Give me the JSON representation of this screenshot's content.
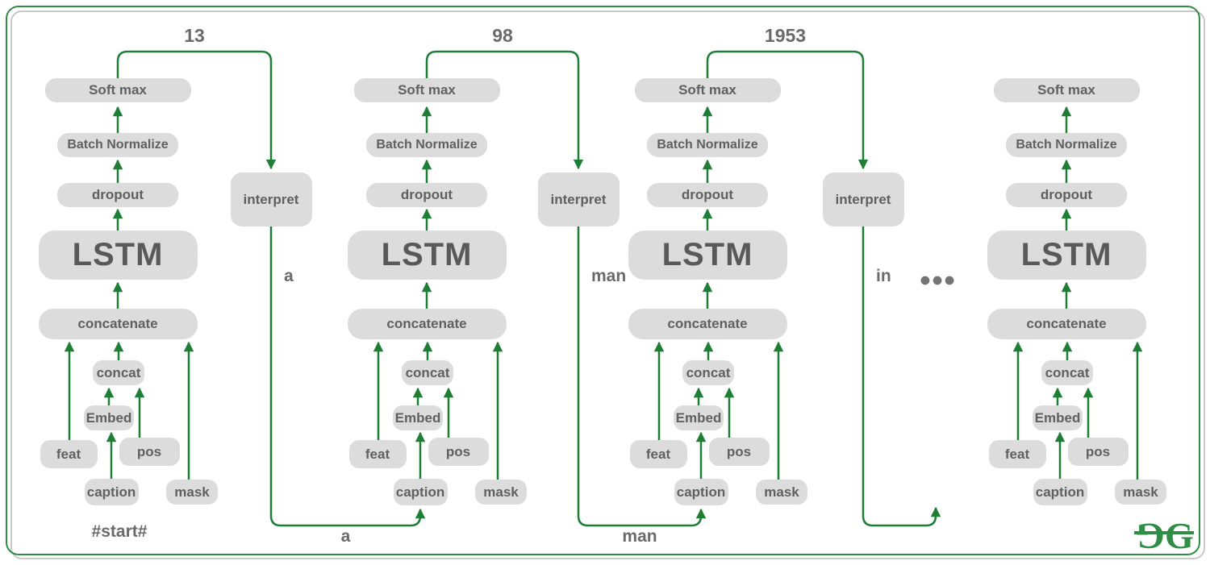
{
  "diagram": {
    "box_labels": {
      "softmax": "Soft max",
      "batch_normalize": "Batch Normalize",
      "dropout": "dropout",
      "lstm": "LSTM",
      "concatenate": "concatenate",
      "concat": "concat",
      "embed": "Embed",
      "feat": "feat",
      "pos": "pos",
      "caption": "caption",
      "mask": "mask"
    },
    "interpret_label": "interpret",
    "start_token": "#start#",
    "predictions": [
      {
        "token_id": "13",
        "word": "a",
        "word_below_arrow": "a"
      },
      {
        "token_id": "98",
        "word": "man",
        "word_below_arrow": "man"
      },
      {
        "token_id": "1953",
        "word": "in",
        "word_below_arrow": ""
      }
    ],
    "ellipsis": "●●●",
    "logo": {
      "left_glyph": "G",
      "right_glyph": "G"
    },
    "colors": {
      "arrow_green": "#1e7e36",
      "node_fill": "#dcdcdc",
      "node_text": "#606060",
      "annotation_text": "#6a6a6a",
      "ellipsis_gray": "#757575",
      "logo_green": "#2f8d46",
      "frame_green": "#2f8d46",
      "frame_gray": "#c8c8c8"
    }
  }
}
